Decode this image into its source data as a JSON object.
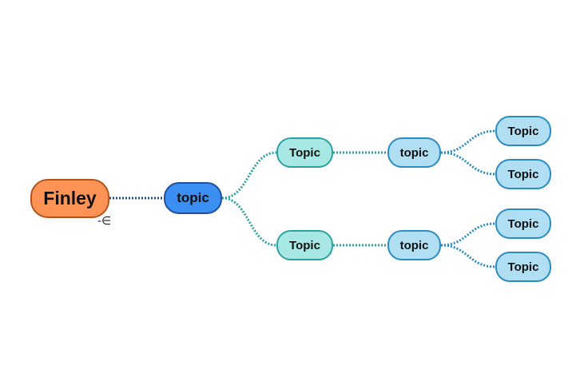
{
  "diagram": {
    "root": {
      "label": "Finley",
      "fill": "#fd9355",
      "border": "#b5531f"
    },
    "main_topic": {
      "label": "topic",
      "fill": "#3b8ff3",
      "border": "#1f4f9a"
    },
    "branches": [
      {
        "topic": {
          "label": "Topic",
          "fill": "#a8e8e4",
          "border": "#2aa2a0"
        },
        "subtopic": {
          "label": "topic",
          "fill": "#b0def3",
          "border": "#2b8cc2"
        },
        "leaves": [
          {
            "label": "Topic"
          },
          {
            "label": "Topic"
          }
        ]
      },
      {
        "topic": {
          "label": "Topic",
          "fill": "#a8e8e4",
          "border": "#2aa2a0"
        },
        "subtopic": {
          "label": "topic",
          "fill": "#b0def3",
          "border": "#2b8cc2"
        },
        "leaves": [
          {
            "label": "Topic"
          },
          {
            "label": "Topic"
          }
        ]
      }
    ],
    "leaf_fill": "#b0def3",
    "collapse_icon": {
      "name": "collapse-icon",
      "glyph": "⫟∈"
    },
    "colors": {
      "root_link": "#1f4f9a",
      "branch_link": "#2aa2a0",
      "leaf_link": "#2b8cc2"
    }
  }
}
